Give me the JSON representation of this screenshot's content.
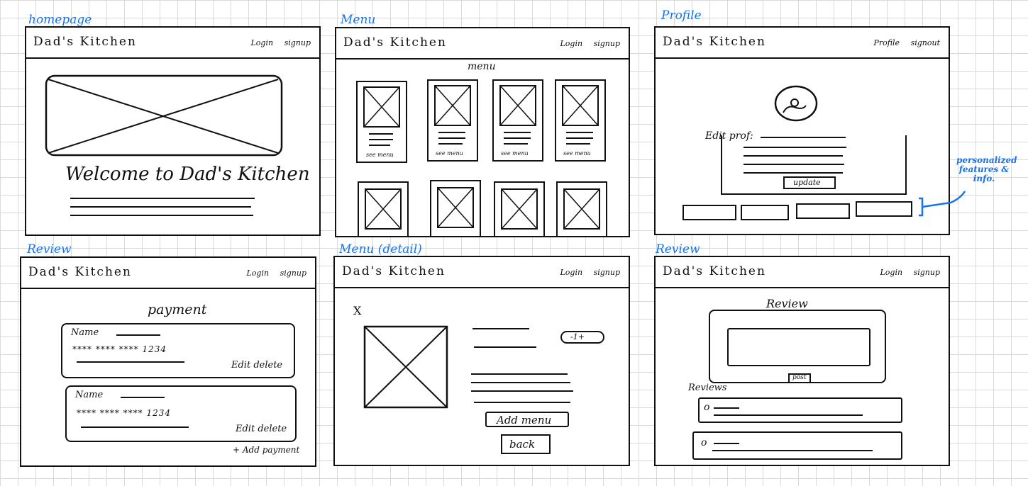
{
  "frames": {
    "homepage": {
      "title": "homepage",
      "brand": "Dad's Kitchen",
      "nav": [
        "Login",
        "signup"
      ],
      "welcome": "Welcome to Dad's Kitchen"
    },
    "menu": {
      "title": "Menu",
      "brand": "Dad's Kitchen",
      "nav": [
        "Login",
        "signup"
      ],
      "heading": "menu",
      "card_label": "see menu"
    },
    "profile": {
      "title": "Profile",
      "brand": "Dad's Kitchen",
      "nav": [
        "Profile",
        "signout"
      ],
      "edit_label": "Edit prof:",
      "update_label": "update",
      "annotation": "personalized features & info."
    },
    "payment": {
      "title": "Review",
      "brand": "Dad's Kitchen",
      "nav": [
        "Login",
        "signup"
      ],
      "heading": "payment",
      "name_label": "Name",
      "card_number": "**** **** **** 1234",
      "actions": "Edit delete",
      "add_payment": "+ Add payment"
    },
    "menu_detail": {
      "title": "Menu (detail)",
      "brand": "Dad's Kitchen",
      "nav": [
        "Login",
        "signup"
      ],
      "close": "X",
      "stepper": "-1+",
      "add_button": "Add menu",
      "back_button": "back"
    },
    "review": {
      "title": "Review",
      "brand": "Dad's Kitchen",
      "nav": [
        "Login",
        "signup"
      ],
      "heading": "Review",
      "post_label": "post",
      "reviews_label": "Reviews",
      "avatar_glyph": "o"
    }
  },
  "colors": {
    "annotation": "#1a73e8",
    "ink": "#111111",
    "grid": "#d9d9d9"
  }
}
